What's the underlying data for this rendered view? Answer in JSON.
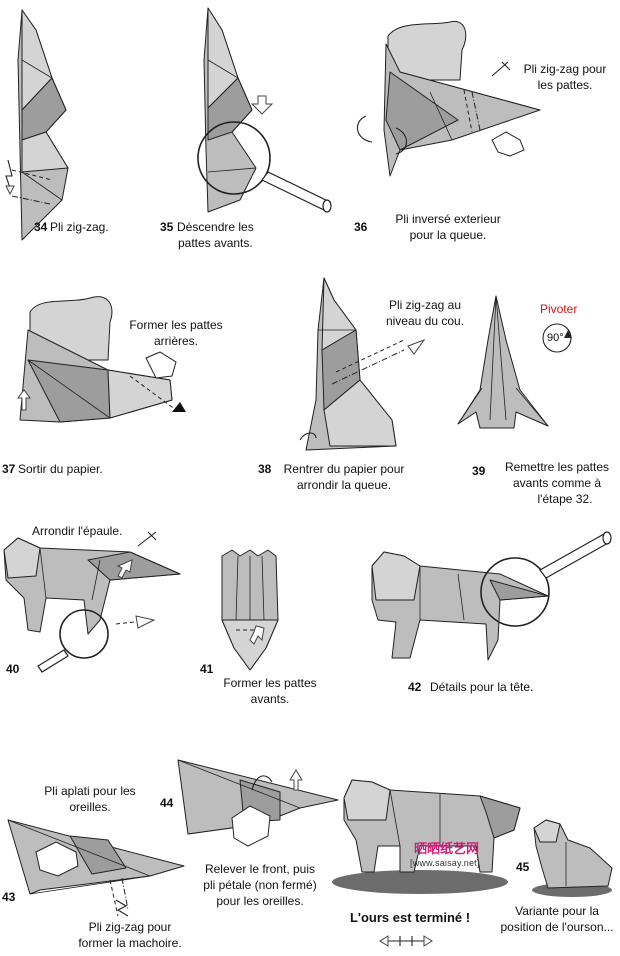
{
  "steps": {
    "s34": {
      "num": "34",
      "text": "Pli zig-zag."
    },
    "s35": {
      "num": "35",
      "text_line1": "Déscendre les",
      "text_line2": "pattes avants."
    },
    "s36": {
      "num": "36",
      "text_line1": "Pli inversé exterieur",
      "text_line2": "pour la queue.",
      "note_line1": "Pli zig-zag pour",
      "note_line2": "les pattes."
    },
    "s37": {
      "num": "37",
      "text": "Sortir du papier.",
      "note_line1": "Former les pattes",
      "note_line2": "arrières."
    },
    "s38": {
      "num": "38",
      "text_line1": "Rentrer du papier pour",
      "text_line2": "arrondir la queue.",
      "note_line1": "Pli zig-zag au",
      "note_line2": "niveau du cou."
    },
    "s39": {
      "num": "39",
      "text_line1": "Remettre les pattes",
      "text_line2": "avants comme à",
      "text_line3": "l'étape 32.",
      "pivot_label": "Pivoter",
      "pivot_angle": "90°"
    },
    "s40": {
      "num": "40",
      "note": "Arrondir l'épaule."
    },
    "s41": {
      "num": "41",
      "text_line1": "Former les pattes",
      "text_line2": "avants."
    },
    "s42": {
      "num": "42",
      "text": "Détails pour la tête."
    },
    "s43": {
      "num": "43",
      "note_line1": "Pli aplati pour les",
      "note_line2": "oreilles.",
      "text_line1": "Pli zig-zag pour",
      "text_line2": "former la machoire."
    },
    "s44": {
      "num": "44",
      "text_line1": "Relever le front, puis",
      "text_line2": "pli pétale (non fermé)",
      "text_line3": "pour les oreilles."
    },
    "s45": {
      "num": "45",
      "text_line1": "Variante pour la",
      "text_line2": "position de l'ourson..."
    }
  },
  "final": {
    "text": "L'ours est terminé !"
  },
  "watermark": {
    "cn": "晒晒纸艺网",
    "url": "[www.saisay.net]"
  }
}
